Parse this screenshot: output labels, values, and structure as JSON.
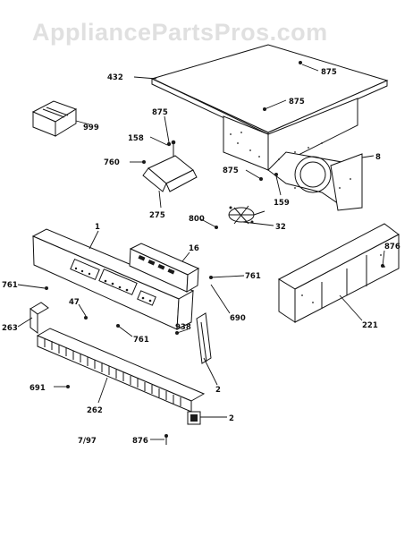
{
  "watermark": "AppliancePartsPros.com",
  "date_code": "7/97",
  "callouts": {
    "c432": "432",
    "c875_top": "875",
    "c875_mid": "875",
    "c999": "999",
    "c875_bracket": "875",
    "c158": "158",
    "c8": "8",
    "c760": "760",
    "c875_fan": "875",
    "c275": "275",
    "c159": "159",
    "c800": "800",
    "c32": "32",
    "c876_right": "876",
    "c1": "1",
    "c16": "16",
    "c761_right": "761",
    "c761_left": "761",
    "c690": "690",
    "c47": "47",
    "c263": "263",
    "c938": "938",
    "c761_center": "761",
    "c221": "221",
    "c2_mid": "2",
    "c691": "691",
    "c262": "262",
    "c2_low": "2",
    "c876_bottom": "876"
  }
}
